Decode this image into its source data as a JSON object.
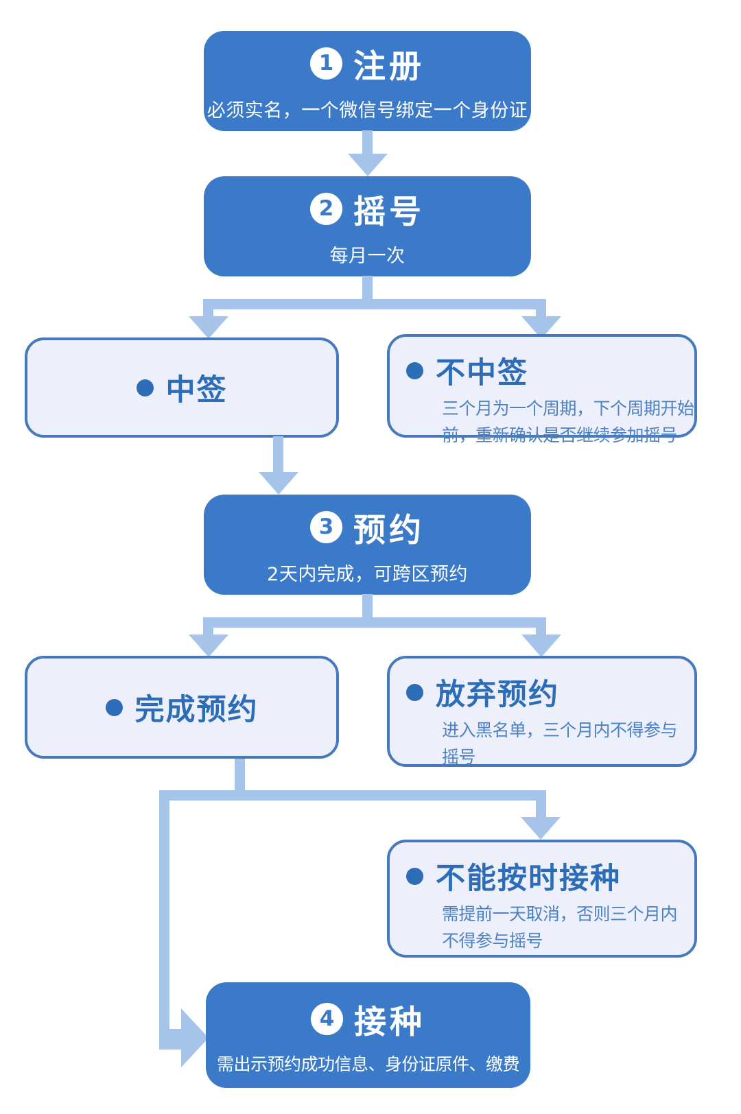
{
  "colors": {
    "step_box_fill": "#3A7AC8",
    "step_text": "#FFFFFF",
    "connector": "#A6C3E9",
    "outcome_fill": "#EDEFFA",
    "outcome_border": "#4579BB",
    "outcome_title": "#2D6DB8",
    "outcome_body": "#4B82C4"
  },
  "steps": [
    {
      "number": "1",
      "title": "注册",
      "subtitle": "必须实名，一个微信号绑定一个身份证"
    },
    {
      "number": "2",
      "title": "摇号",
      "subtitle": "每月一次"
    },
    {
      "number": "3",
      "title": "预约",
      "subtitle": "2天内完成，可跨区预约"
    },
    {
      "number": "4",
      "title": "接种",
      "subtitle": "需出示预约成功信息、身份证原件、缴费"
    }
  ],
  "outcomes": {
    "win": {
      "title": "中签"
    },
    "lose": {
      "title": "不中签",
      "body": "三个月为一个周期，下个周期开始前，重新确认是否继续参加摇号"
    },
    "complete": {
      "title": "完成预约"
    },
    "abandon": {
      "title": "放弃预约",
      "body": "进入黑名单，三个月内不得参与摇号"
    },
    "miss": {
      "title": "不能按时接种",
      "body": "需提前一天取消，否则三个月内不得参与摇号"
    }
  }
}
